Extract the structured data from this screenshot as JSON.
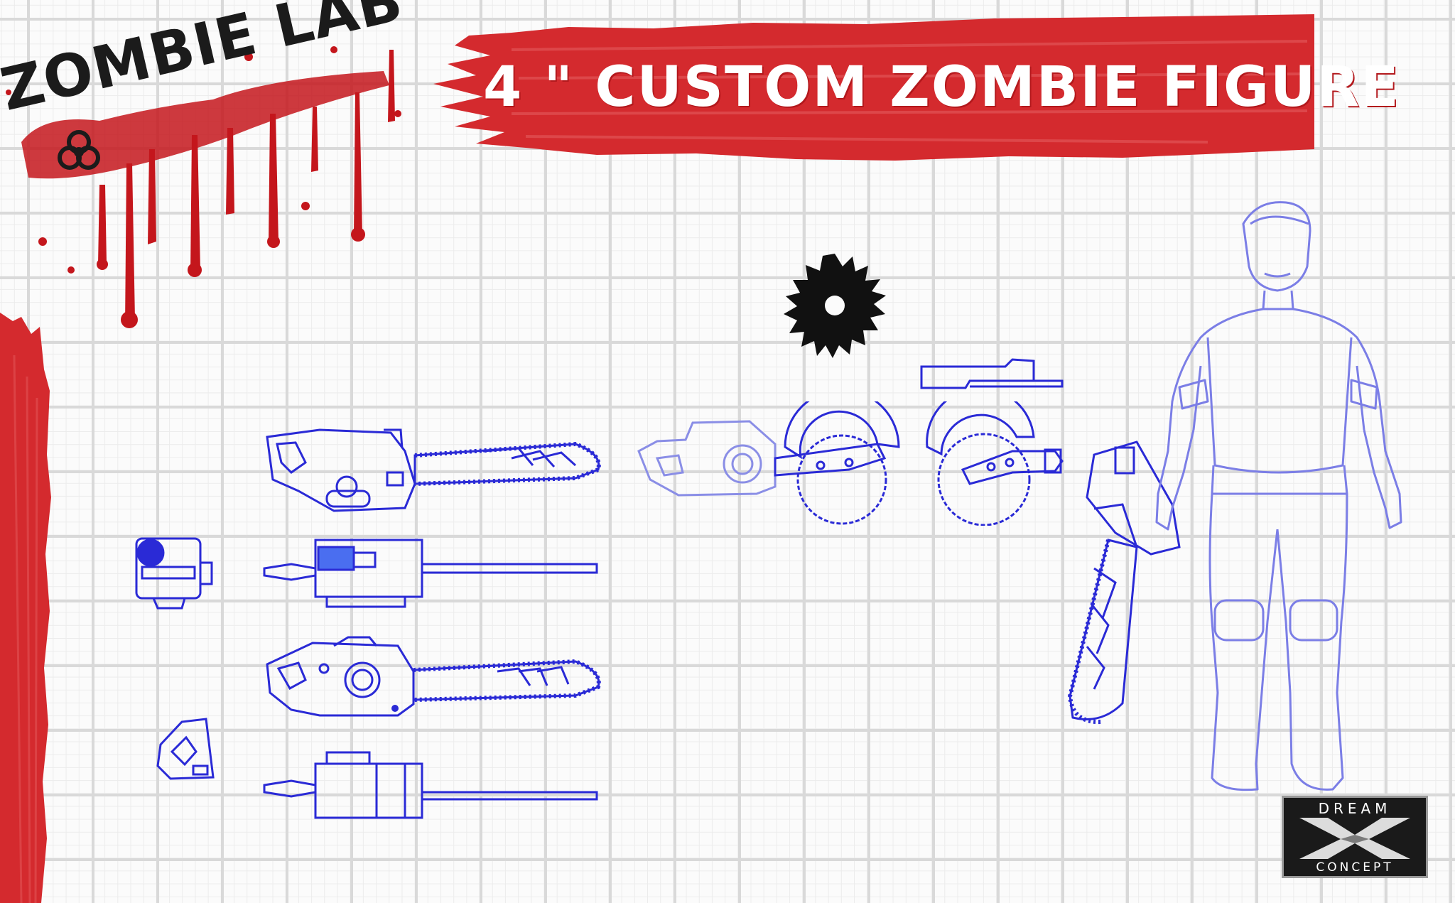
{
  "logo": {
    "title": "ZOMBIE LAB",
    "icon": "biohazard-icon"
  },
  "banner": {
    "title": "4 \" CUSTOM ZOMBIE FIGURE"
  },
  "brand": {
    "top": "DREAM",
    "mark": "X",
    "bottom": "CONCEPT"
  },
  "colors": {
    "accent_red": "#d42a2e",
    "blueprint": "#2a2ad6",
    "figure": "#7b7ee6"
  }
}
